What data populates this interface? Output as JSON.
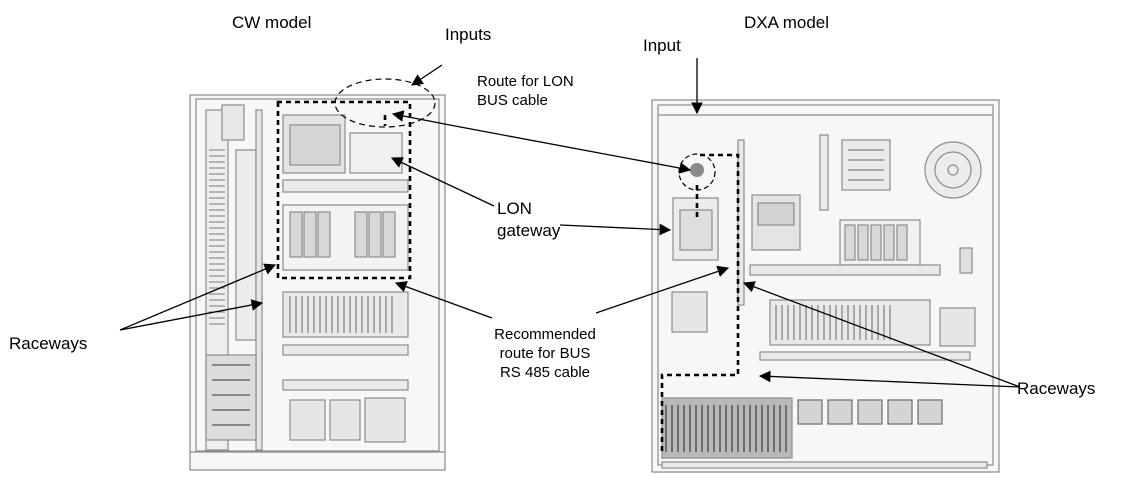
{
  "titles": {
    "cw_model": "CW model",
    "dxa_model": "DXA model"
  },
  "labels": {
    "inputs": "Inputs",
    "input": "Input",
    "route_lon": "Route for LON\nBUS cable",
    "lon_gateway": "LON\ngateway",
    "raceways_left": "Raceways",
    "raceways_right": "Raceways",
    "recommended_route": "Recommended\nroute for BUS\nRS 485 cable"
  },
  "colors": {
    "ink": "#000000",
    "panel_line": "#8c8c8c",
    "panel_fill": "#f4f4f4",
    "component_fill": "#d9d9d9",
    "terminal_dark": "#5a5a5a"
  }
}
